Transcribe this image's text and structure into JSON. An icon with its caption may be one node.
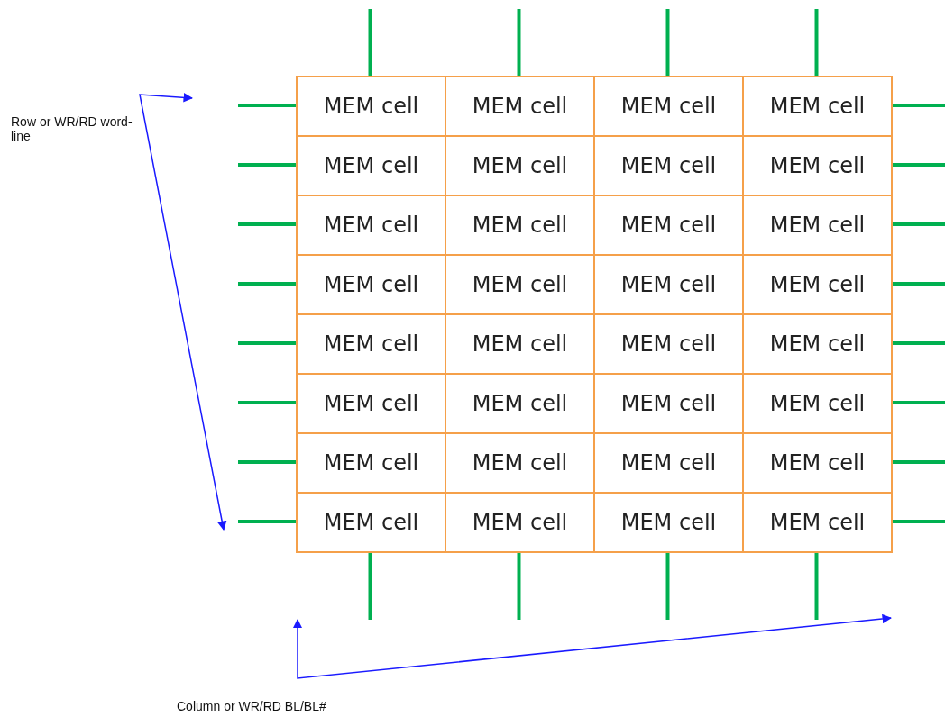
{
  "diagram": {
    "nodes": [
      {
        "text": [
          "MEM cell"
        ]
      },
      {
        "text": [
          "MEM cell"
        ]
      },
      {
        "text": [
          "MEM cell"
        ]
      },
      {
        "text": [
          "MEM cell"
        ]
      },
      {
        "text": [
          "MEM cell"
        ]
      },
      {
        "text": [
          "MEM cell"
        ]
      },
      {
        "text": [
          "MEM cell"
        ]
      },
      {
        "text": [
          "MEM cell"
        ]
      },
      {
        "text": [
          "MEM cell"
        ]
      },
      {
        "text": [
          "MEM cell"
        ]
      },
      {
        "text": [
          "MEM cell"
        ]
      },
      {
        "text": [
          "MEM cell"
        ]
      },
      {
        "text": [
          "MEM cell"
        ]
      },
      {
        "text": [
          "MEM cell"
        ]
      },
      {
        "text": [
          "MEM cell"
        ]
      },
      {
        "text": [
          "MEM cell"
        ]
      },
      {
        "text": [
          "MEM cell"
        ]
      },
      {
        "text": [
          "MEM cell"
        ]
      },
      {
        "text": [
          "MEM cell"
        ]
      },
      {
        "text": [
          "MEM cell"
        ]
      },
      {
        "text": [
          "MEM cell"
        ]
      },
      {
        "text": [
          "MEM cell"
        ]
      },
      {
        "text": [
          "MEM cell"
        ]
      },
      {
        "text": [
          "MEM cell"
        ]
      },
      {
        "text": [
          "MEM cell"
        ]
      },
      {
        "text": [
          "MEM cell"
        ]
      },
      {
        "text": [
          "MEM cell"
        ]
      },
      {
        "text": [
          "MEM cell"
        ]
      },
      {
        "text": [
          "MEM cell"
        ]
      },
      {
        "text": [
          "MEM cell"
        ]
      },
      {
        "text": [
          "MEM cell"
        ]
      },
      {
        "text": [
          "MEM cell"
        ]
      }
    ],
    "edges": [],
    "labels": [
      "Row or WR/RD word-line",
      "Column or WR/RD BL/BL#"
    ]
  }
}
